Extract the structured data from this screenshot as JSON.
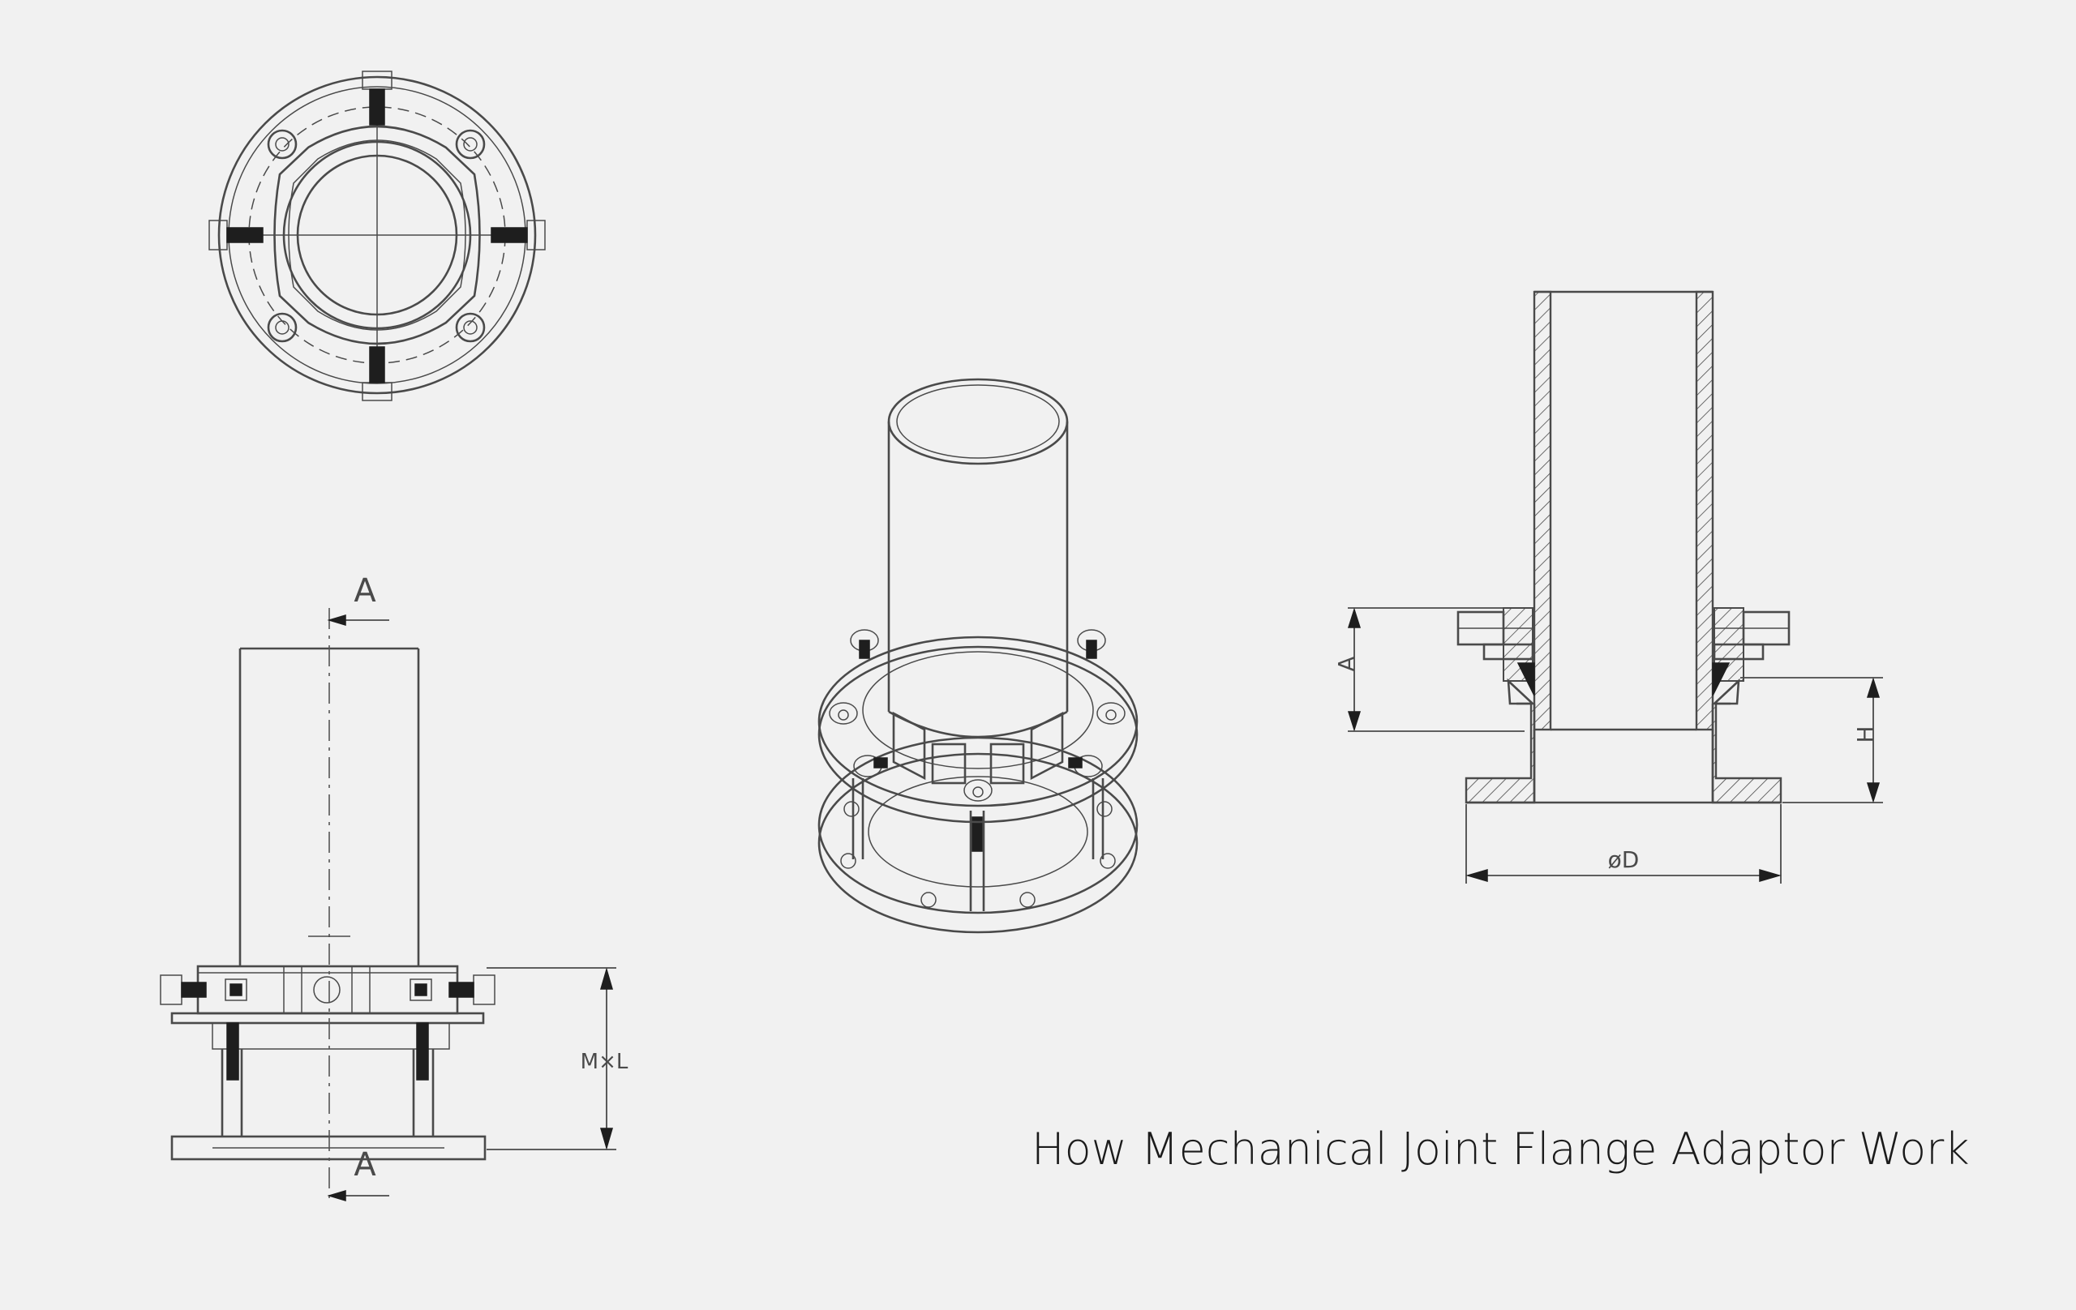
{
  "caption": "How Mechanical Joint Flange Adaptor Work",
  "labels": {
    "section_top": "A",
    "section_bottom": "A",
    "mxl": "M×L",
    "dim_a": "A",
    "dim_h": "H",
    "dim_d": "øD"
  },
  "colors": {
    "background": "#f1f1f1",
    "line": "#4a4a4a",
    "dark_fill": "#1e1e1e",
    "caption": "#1b1b1b"
  }
}
